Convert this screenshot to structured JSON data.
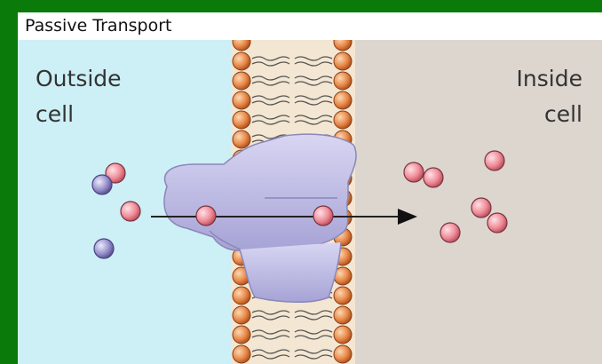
{
  "title": "Passive Transport",
  "labels": {
    "outside_line1": "Outside",
    "outside_line2": "cell",
    "inside_line1": "Inside",
    "inside_line2": "cell"
  },
  "colors": {
    "outside_bg": "#cdeff6",
    "inside_bg": "#ddd6cf",
    "membrane": "#f0e0c8",
    "phospholipid_head": "#e88848",
    "protein": "#b8b6e0",
    "pink_molecule": "#f08c98",
    "purple_molecule": "#9890cc",
    "frame": "#0a7a0a"
  },
  "icons": [
    "phospholipid-head-icon",
    "channel-protein-icon",
    "arrow-icon",
    "molecule-icon"
  ]
}
